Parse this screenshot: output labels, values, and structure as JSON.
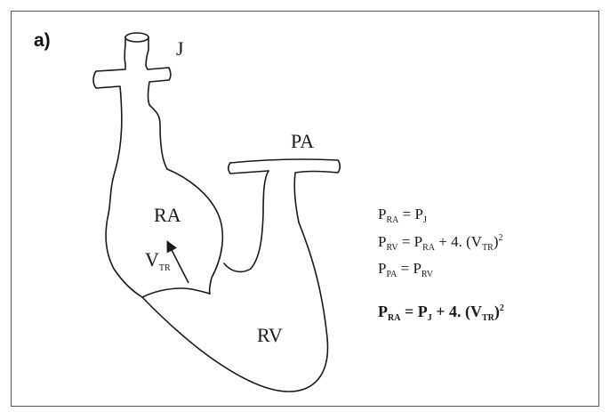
{
  "panel": {
    "label": "a)"
  },
  "heart": {
    "labels": {
      "jugular": "J",
      "pulmonary_artery": "PA",
      "right_atrium": "RA",
      "right_ventricle": "RV",
      "velocity_main": "V",
      "velocity_sub": "TR"
    }
  },
  "equations": {
    "eq1": {
      "lhs": "P",
      "lhs_sub": "RA",
      "op": " = ",
      "r1": "P",
      "r1_sub": "J"
    },
    "eq2": {
      "lhs": "P",
      "lhs_sub": "RV",
      "op": " = ",
      "r1": "P",
      "r1_sub": "RA",
      "mid": " + 4. (V",
      "v_sub": "TR",
      "close": ")",
      "sup": "2"
    },
    "eq3": {
      "lhs": "P",
      "lhs_sub": "PA",
      "op": " = ",
      "r1": "P",
      "r1_sub": "RV"
    },
    "eq4": {
      "lhs": "P",
      "lhs_sub": "RA",
      "op": " = ",
      "r1": "P",
      "r1_sub": "J",
      "mid": " + 4. (V",
      "v_sub": "TR",
      "close": ")",
      "sup": "2"
    }
  },
  "colors": {
    "line": "#1a1a1a",
    "frame": "#555555"
  }
}
